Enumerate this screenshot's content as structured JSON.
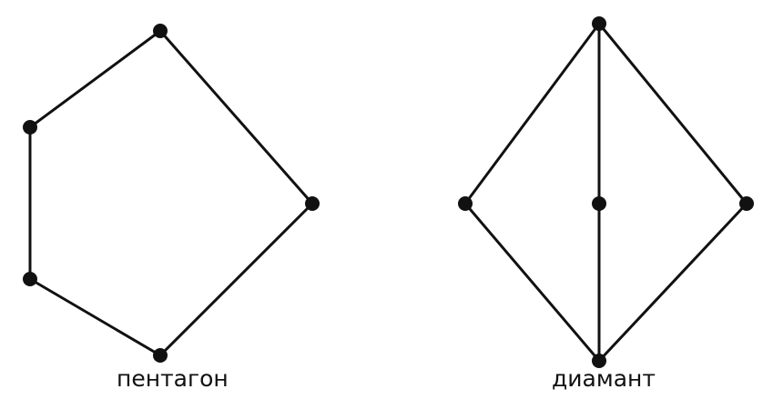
{
  "graphs": [
    {
      "id": "pentagon",
      "caption": "пентагон",
      "vertices": [
        "top",
        "left-upper",
        "left-lower",
        "bottom",
        "right"
      ],
      "edges": [
        [
          "top",
          "left-upper"
        ],
        [
          "left-upper",
          "left-lower"
        ],
        [
          "left-lower",
          "bottom"
        ],
        [
          "bottom",
          "right"
        ],
        [
          "right",
          "top"
        ]
      ]
    },
    {
      "id": "diamond",
      "caption": "диамант",
      "vertices": [
        "top",
        "left",
        "center",
        "right",
        "bottom"
      ],
      "edges": [
        [
          "top",
          "left"
        ],
        [
          "top",
          "right"
        ],
        [
          "top",
          "center"
        ],
        [
          "center",
          "bottom"
        ],
        [
          "left",
          "bottom"
        ],
        [
          "right",
          "bottom"
        ]
      ]
    }
  ],
  "colors": {
    "line": "#111111",
    "node": "#111111",
    "background": "#ffffff"
  }
}
